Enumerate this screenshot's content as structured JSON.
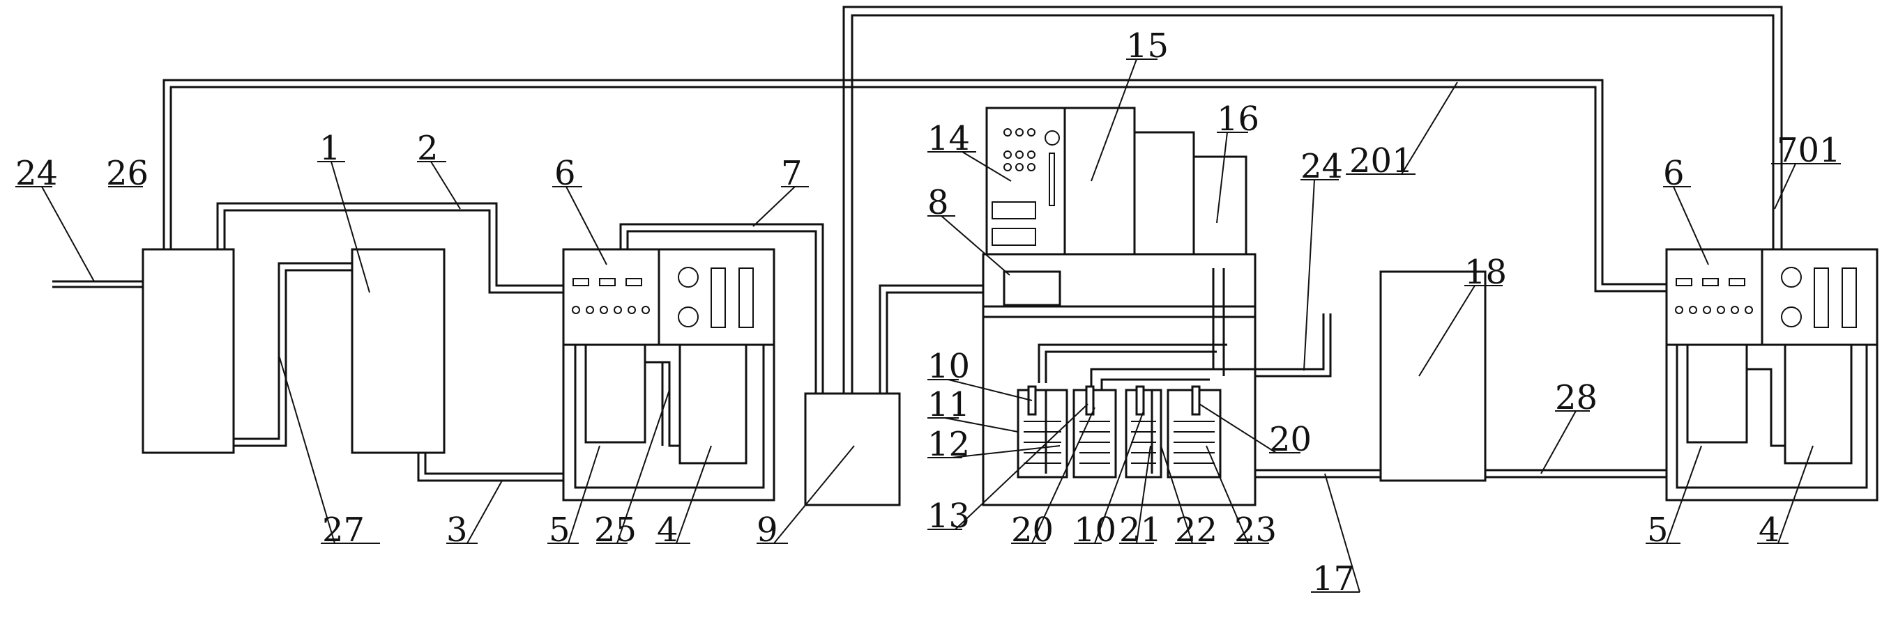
{
  "labels": {
    "l1": "1",
    "l2": "2",
    "l3": "3",
    "l4a": "4",
    "l4b": "4",
    "l5a": "5",
    "l5b": "5",
    "l6a": "6",
    "l6b": "6",
    "l7": "7",
    "l8": "8",
    "l9": "9",
    "l10a": "10",
    "l10b": "10",
    "l11": "11",
    "l12": "12",
    "l13": "13",
    "l14": "14",
    "l15": "15",
    "l16": "16",
    "l17": "17",
    "l18": "18",
    "l20a": "20",
    "l20b": "20",
    "l21": "21",
    "l22": "22",
    "l23": "23",
    "l24a": "24",
    "l24b": "24",
    "l25": "25",
    "l26": "26",
    "l27": "27",
    "l28": "28",
    "l201": "201",
    "l701": "701"
  }
}
